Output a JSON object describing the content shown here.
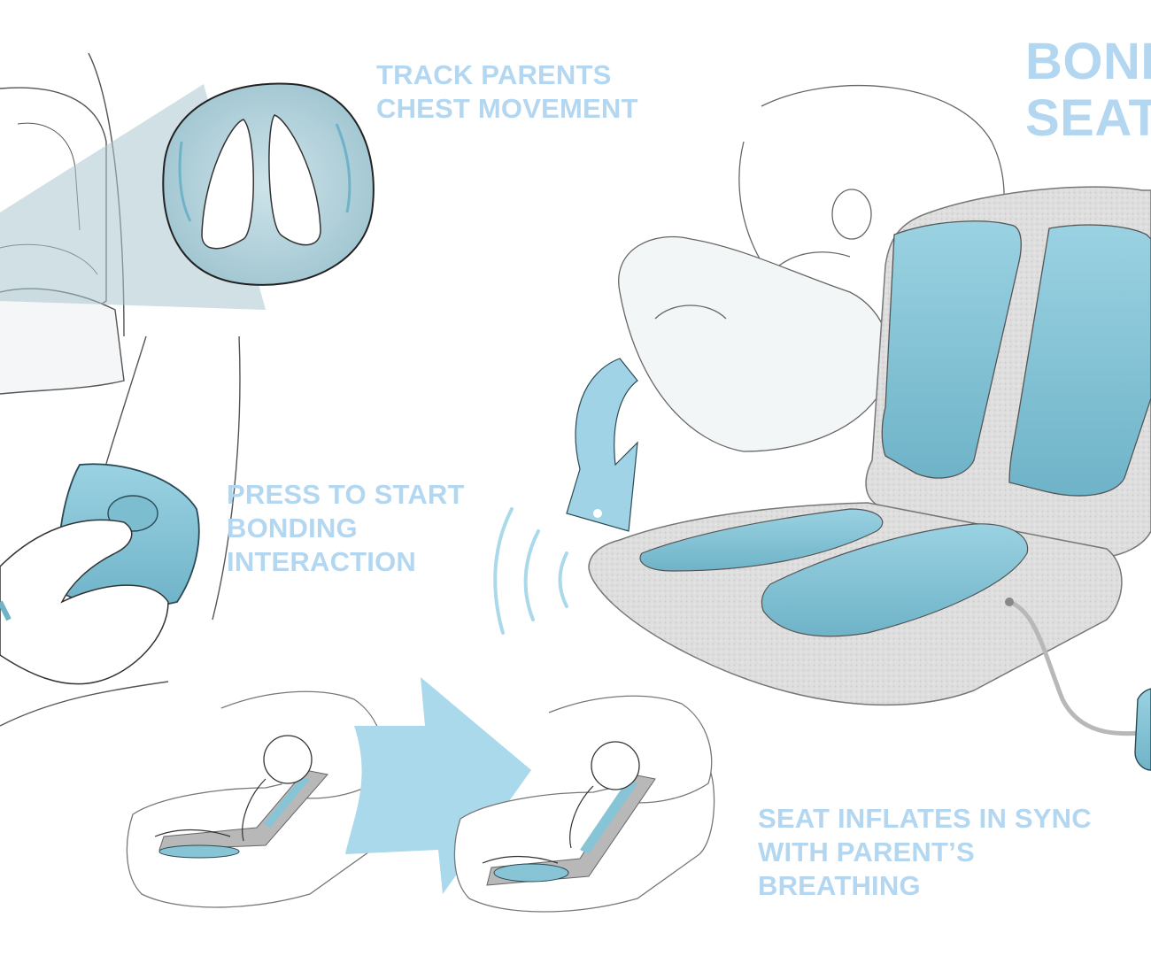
{
  "title": {
    "line1": "BONI",
    "line2": "SEAT"
  },
  "labels": {
    "track": {
      "line1": "TRACK PARENTS",
      "line2": "CHEST MOVEMENT"
    },
    "press": {
      "line1": "PRESS TO START",
      "line2": "BONDING",
      "line3": "INTERACTION"
    },
    "inflate": {
      "line1": "SEAT INFLATES IN SYNC",
      "line2": "WITH PARENT’S",
      "line3": "BREATHING"
    }
  },
  "colors": {
    "label_blue": "#b3d7f0",
    "cushion_blue": "#86c4d6",
    "arrow_blue": "#a9d9ea",
    "seat_grey": "#dcdcdc",
    "sketch_line": "#555555"
  }
}
